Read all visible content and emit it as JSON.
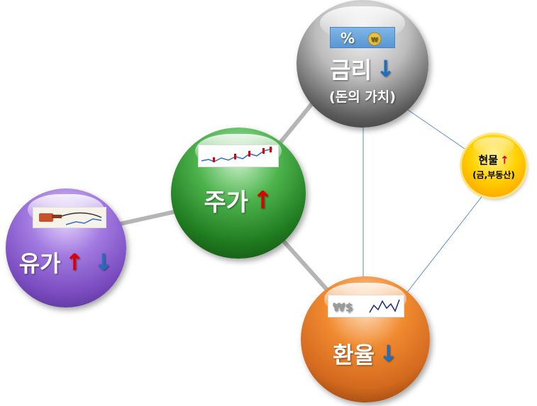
{
  "nodes": {
    "rate": {
      "title": "금리",
      "subtitle": "(돈의 가치)",
      "arrow": "↓"
    },
    "stock": {
      "title": "주가",
      "arrow": "↑"
    },
    "oil": {
      "title": "유가",
      "arrow_up": "↑",
      "arrow_down": "↓"
    },
    "fx": {
      "title": "환율",
      "arrow": "↓"
    },
    "asset": {
      "title": "현물",
      "subtitle": "(금,부동산)",
      "arrow": "↑"
    }
  },
  "icons": {
    "rate": "percent-coin-icon",
    "stock": "stock-chart-icon",
    "oil": "fuel-nozzle-icon",
    "fx": "currency-chart-icon"
  },
  "colors": {
    "rate": "#5a5a5a",
    "stock": "#1f7a1f",
    "oil": "#7a4cc0",
    "fx": "#d2691e",
    "asset": "#ffcc00",
    "up": "#e00000",
    "down": "#1f6fc0"
  }
}
